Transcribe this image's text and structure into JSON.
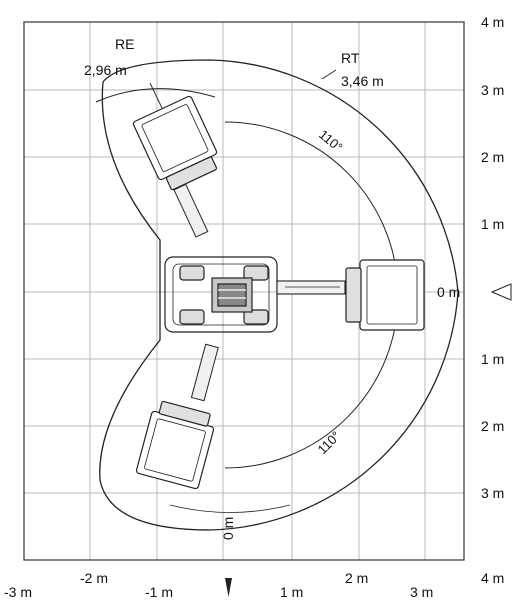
{
  "diagram": {
    "radius_re": {
      "name": "RE",
      "value": "2,96 m"
    },
    "radius_rt": {
      "name": "RT",
      "value": "3,46 m"
    },
    "angle_upper": "110°",
    "angle_lower": "110°",
    "axis_right_labels": [
      "4 m",
      "3 m",
      "2 m",
      "1 m",
      "0 m",
      "1 m",
      "2 m",
      "3 m",
      "4 m"
    ],
    "axis_bottom_labels": [
      "-3 m",
      "-2 m",
      "-1 m",
      "0 m",
      "1 m",
      "2 m",
      "3 m"
    ]
  }
}
